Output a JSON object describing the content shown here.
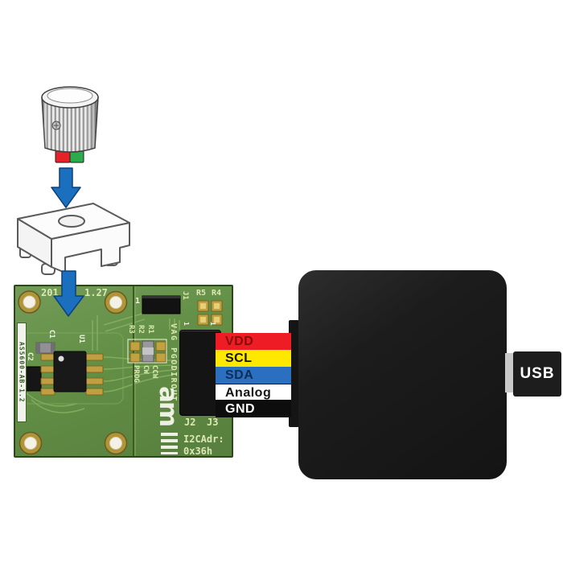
{
  "diagram": {
    "background": "#ffffff",
    "arrow_color": "#1a6fbe",
    "arrow_outline": "#0e4178"
  },
  "knob": {
    "magnet_left_color": "#e62228",
    "magnet_right_color": "#2bab4c"
  },
  "pcb": {
    "base_color": "#639046",
    "edge_color": "#2c471b",
    "pad_color": "#c2a140",
    "date_left": "201",
    "date_right": "1.27",
    "side_label": "AS5600-AB-1.2",
    "logo_text": "am",
    "labels": {
      "c1": "C1",
      "c2": "C2",
      "u1": "U1",
      "j1": "J1",
      "r5": "R5",
      "r4": "R4",
      "r1": "R1",
      "r2": "R2",
      "r3": "R3",
      "ccw": "CCW",
      "cw": "CW",
      "prog": "PROG",
      "header_silk": "VAG PGODIROUT",
      "pin1_top": "1",
      "pin1_hdr_left": "1",
      "pin1_hdr_right": "1",
      "j2": "J2",
      "j3": "J3",
      "i2c_addr_line1": "I2CAdr:",
      "i2c_addr_line2": "0x36h"
    }
  },
  "wires": [
    {
      "label": "VDD",
      "color": "#ee1c24",
      "text_color": "#8b0b0b"
    },
    {
      "label": "SCL",
      "color": "#ffe800",
      "text_color": "#141414"
    },
    {
      "label": "SDA",
      "color": "#2a6fc0",
      "text_color": "#0f2d56"
    },
    {
      "label": "Analog",
      "color": "#ffffff",
      "text_color": "#141414"
    },
    {
      "label": "GND",
      "color": "#0d0d0d",
      "text_color": "#ffffff"
    }
  ],
  "usb_adapter": {
    "label": "USB",
    "body_color": "#1d1d1d",
    "tab_color": "#c9c9c9"
  }
}
